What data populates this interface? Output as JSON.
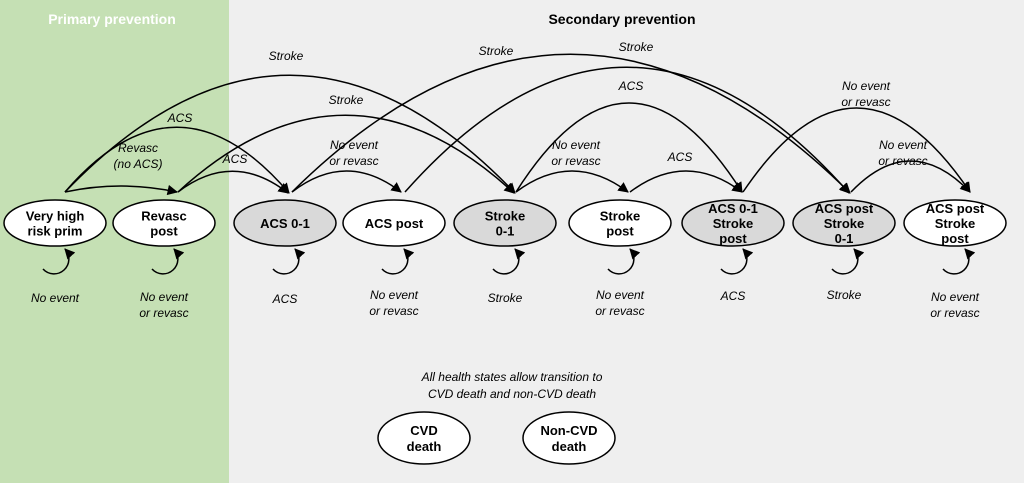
{
  "regions": {
    "primary": {
      "title": "Primary prevention",
      "color": "#c5e0b4"
    },
    "secondary": {
      "title": "Secondary prevention",
      "color": "#efefef"
    }
  },
  "states": [
    {
      "id": "very-high-risk-prim",
      "lines": [
        "Very high",
        "risk prim"
      ],
      "shaded": false,
      "self_label": [
        "No event"
      ]
    },
    {
      "id": "revasc-post",
      "lines": [
        "Revasc",
        "post"
      ],
      "shaded": false,
      "self_label": [
        "No event",
        "or revasc"
      ]
    },
    {
      "id": "acs-0-1",
      "lines": [
        "ACS 0-1"
      ],
      "shaded": true,
      "self_label": [
        "ACS"
      ]
    },
    {
      "id": "acs-post",
      "lines": [
        "ACS post"
      ],
      "shaded": false,
      "self_label": [
        "No event",
        "or revasc"
      ]
    },
    {
      "id": "stroke-0-1",
      "lines": [
        "Stroke",
        "0-1"
      ],
      "shaded": true,
      "self_label": [
        "Stroke"
      ]
    },
    {
      "id": "stroke-post",
      "lines": [
        "Stroke",
        "post"
      ],
      "shaded": false,
      "self_label": [
        "No event",
        "or revasc"
      ]
    },
    {
      "id": "acs-0-1-stroke-post",
      "lines": [
        "ACS 0-1",
        "Stroke",
        "post"
      ],
      "shaded": true,
      "self_label": [
        "ACS"
      ]
    },
    {
      "id": "acs-post-stroke-0-1",
      "lines": [
        "ACS post",
        "Stroke",
        "0-1"
      ],
      "shaded": true,
      "self_label": [
        "Stroke"
      ]
    },
    {
      "id": "acs-post-stroke-post",
      "lines": [
        "ACS post",
        "Stroke",
        "post"
      ],
      "shaded": false,
      "self_label": [
        "No event",
        "or revasc"
      ]
    }
  ],
  "transitions": [
    {
      "from": 0,
      "to": 1,
      "label": [
        "Revasc",
        "(no ACS)"
      ]
    },
    {
      "from": 0,
      "to": 2,
      "label": [
        "ACS"
      ]
    },
    {
      "from": 0,
      "to": 4,
      "label": [
        "Stroke"
      ]
    },
    {
      "from": 1,
      "to": 2,
      "label": [
        "ACS"
      ]
    },
    {
      "from": 1,
      "to": 4,
      "label": [
        "Stroke"
      ]
    },
    {
      "from": 2,
      "to": 3,
      "label": [
        "No event",
        "or revasc"
      ]
    },
    {
      "from": 2,
      "to": 7,
      "label": [
        "Stroke"
      ]
    },
    {
      "from": 3,
      "to": 7,
      "label": [
        "Stroke"
      ]
    },
    {
      "from": 4,
      "to": 5,
      "label": [
        "No event",
        "or revasc"
      ]
    },
    {
      "from": 4,
      "to": 6,
      "label": [
        "ACS"
      ]
    },
    {
      "from": 5,
      "to": 6,
      "label": [
        "ACS"
      ]
    },
    {
      "from": 6,
      "to": 8,
      "label": [
        "No event",
        "or revasc"
      ]
    },
    {
      "from": 7,
      "to": 8,
      "label": [
        "No event",
        "or revasc"
      ]
    }
  ],
  "note": [
    "All health states allow transition to",
    "CVD death and non-CVD death"
  ],
  "death_states": [
    {
      "id": "cvd-death",
      "lines": [
        "CVD",
        "death"
      ]
    },
    {
      "id": "non-cvd-death",
      "lines": [
        "Non-CVD",
        "death"
      ]
    }
  ],
  "colors": {
    "shaded_state": "#d9d9d9",
    "plain_state": "#ffffff",
    "stroke": "#000000"
  }
}
